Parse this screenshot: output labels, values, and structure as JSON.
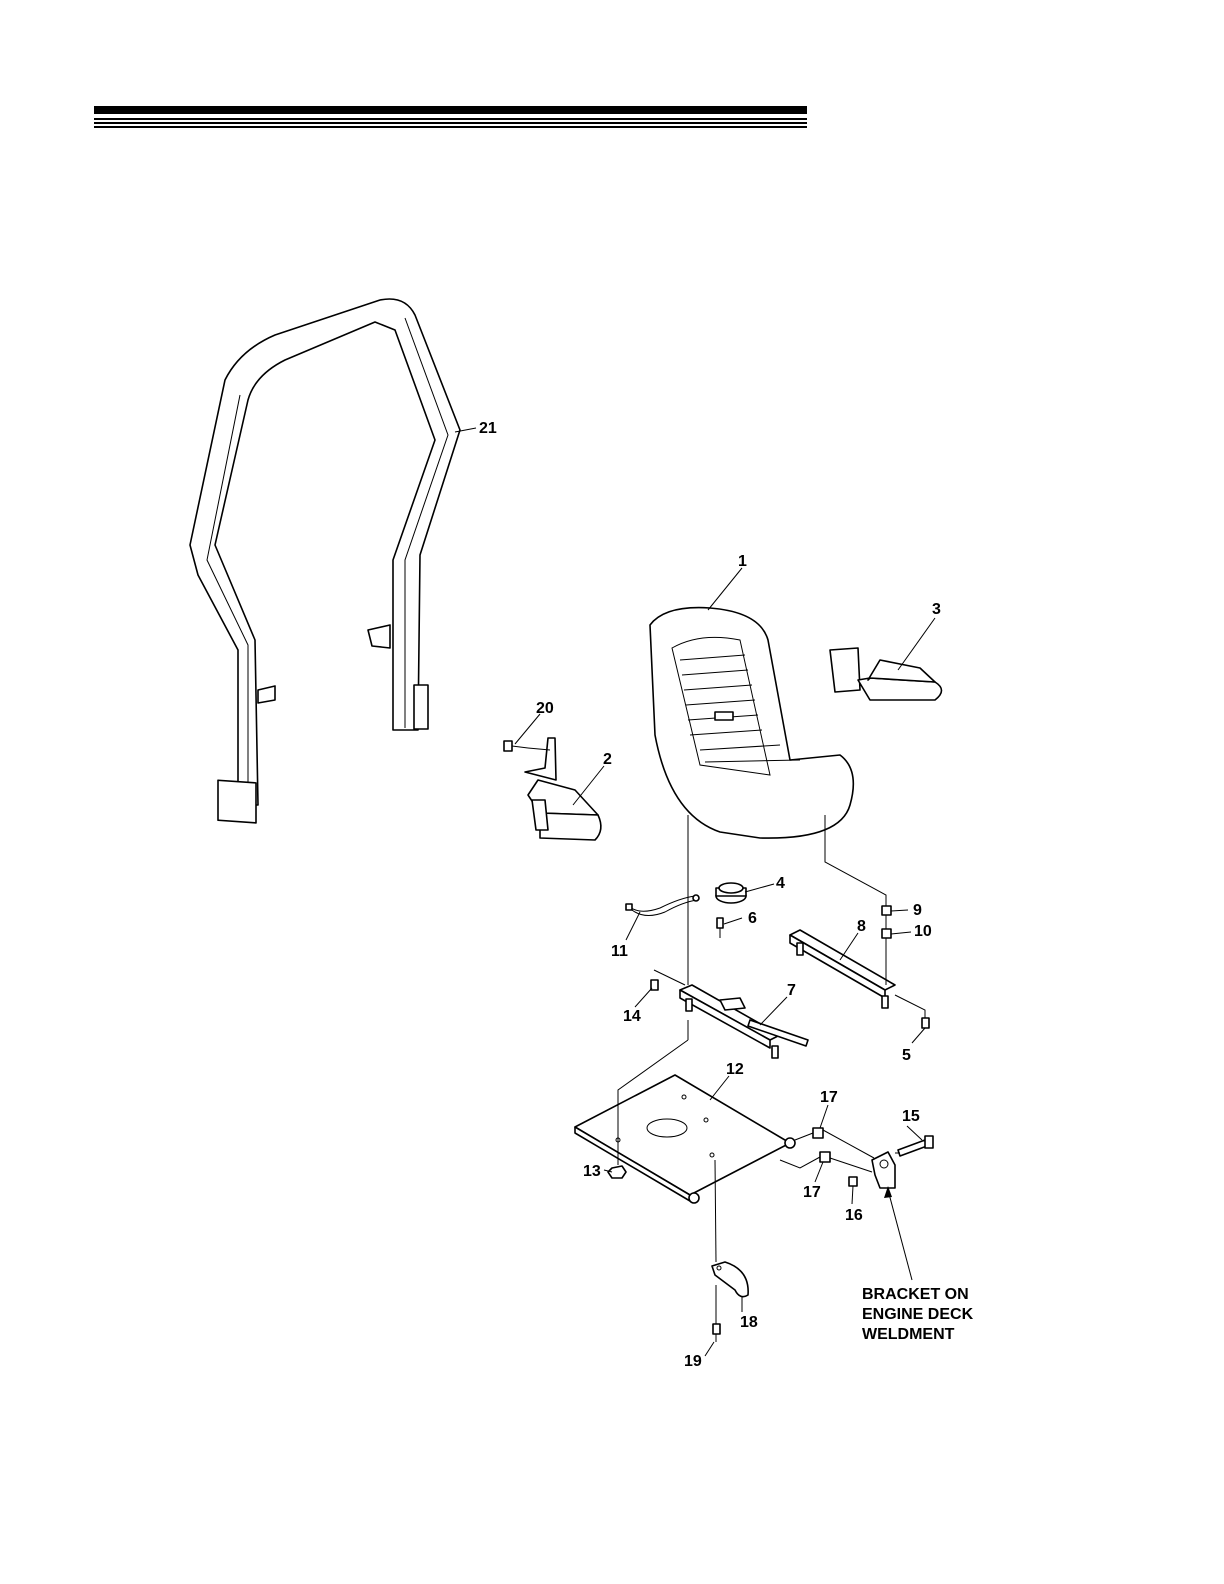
{
  "callouts": {
    "c1": "1",
    "c2": "2",
    "c3": "3",
    "c4": "4",
    "c5": "5",
    "c6": "6",
    "c7": "7",
    "c8": "8",
    "c9": "9",
    "c10": "10",
    "c11": "11",
    "c12": "12",
    "c13": "13",
    "c14": "14",
    "c15": "15",
    "c16": "16",
    "c17a": "17",
    "c17b": "17",
    "c18": "18",
    "c19": "19",
    "c20": "20",
    "c21": "21"
  },
  "note": {
    "line1": "BRACKET ON",
    "line2": "ENGINE DECK",
    "line3": "WELDMENT"
  }
}
